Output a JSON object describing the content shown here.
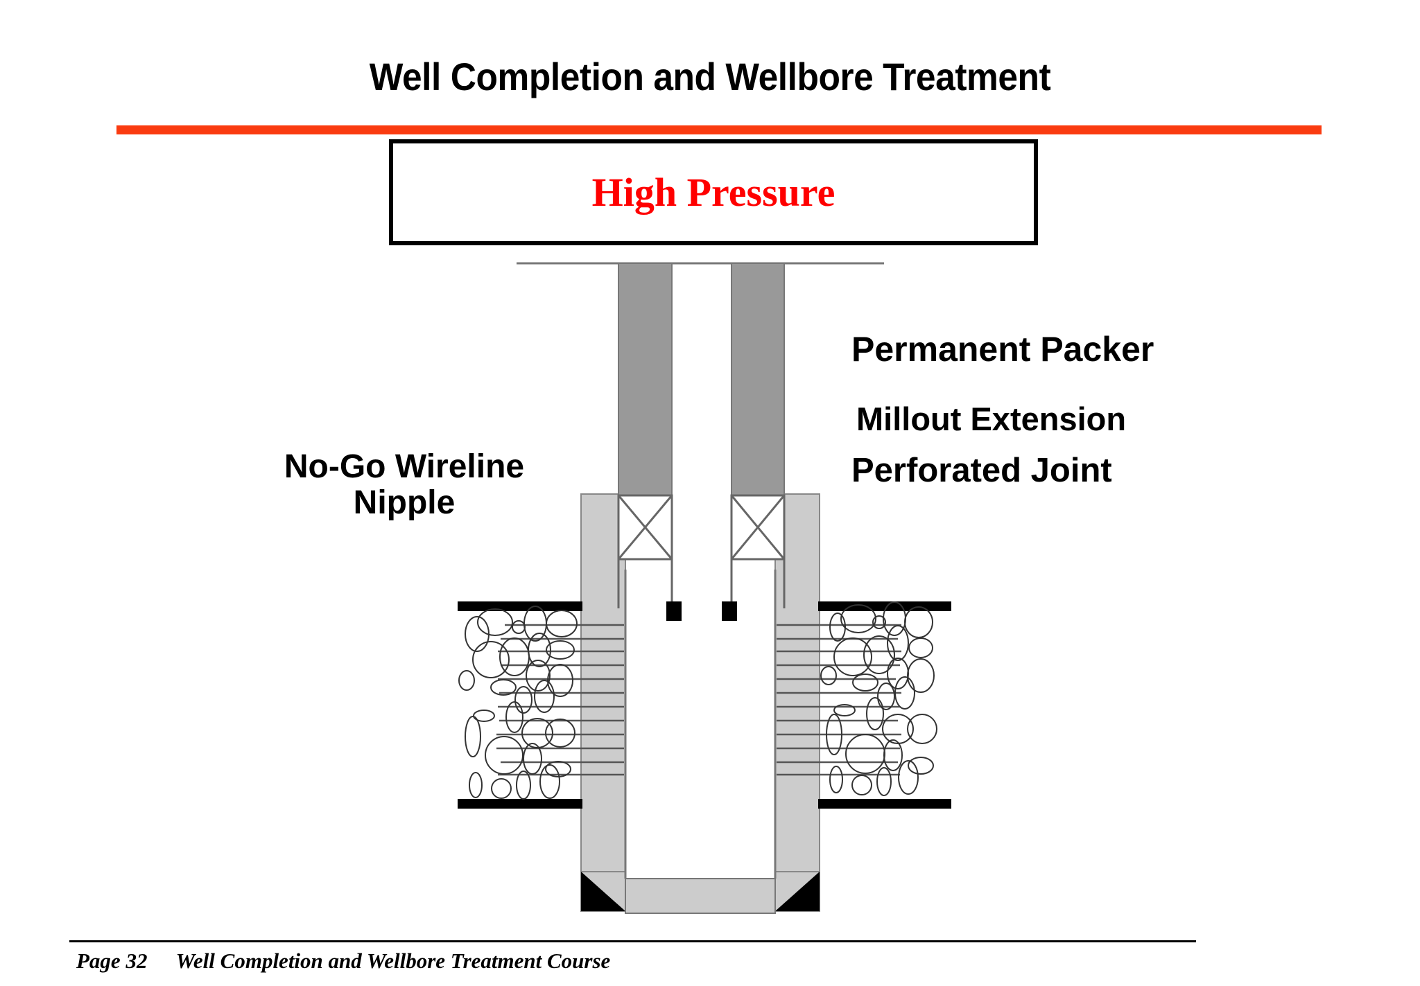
{
  "slide": {
    "title": "Well Completion and Wellbore Treatment",
    "accent_color": "#FA3B10",
    "background_color": "#FFFFFF"
  },
  "callout": {
    "text": "High Pressure",
    "text_color": "#FF0000",
    "border_color": "#000000"
  },
  "labels": {
    "no_go_line1": "No-Go Wireline",
    "no_go_line2": "Nipple",
    "permanent_packer": "Permanent Packer",
    "millout_extension": "Millout Extension",
    "perforated_joint": "Perforated Joint"
  },
  "diagram": {
    "name": "wellbore-completion-schematic",
    "casing_color": "#CCCCCC",
    "tubing_color": "#999999",
    "formation_bar_color": "#000000",
    "outline_color": "#666666",
    "plug_color": "#CCCCCC",
    "wedge_color": "#000000",
    "perforation_line_color": "#555555",
    "grain_outline_color": "#333333",
    "parts": [
      "surface-line",
      "left-tubing-string",
      "right-tubing-string",
      "left-packer-element",
      "right-packer-element",
      "left-no-go-shoulder",
      "right-no-go-shoulder",
      "left-casing-wall",
      "right-casing-wall",
      "left-producing-formation",
      "right-producing-formation",
      "bottom-plug",
      "left-bottom-wedge",
      "right-bottom-wedge"
    ]
  },
  "footer": {
    "page": "Page 32",
    "course": "Well Completion and Wellbore Treatment Course"
  }
}
